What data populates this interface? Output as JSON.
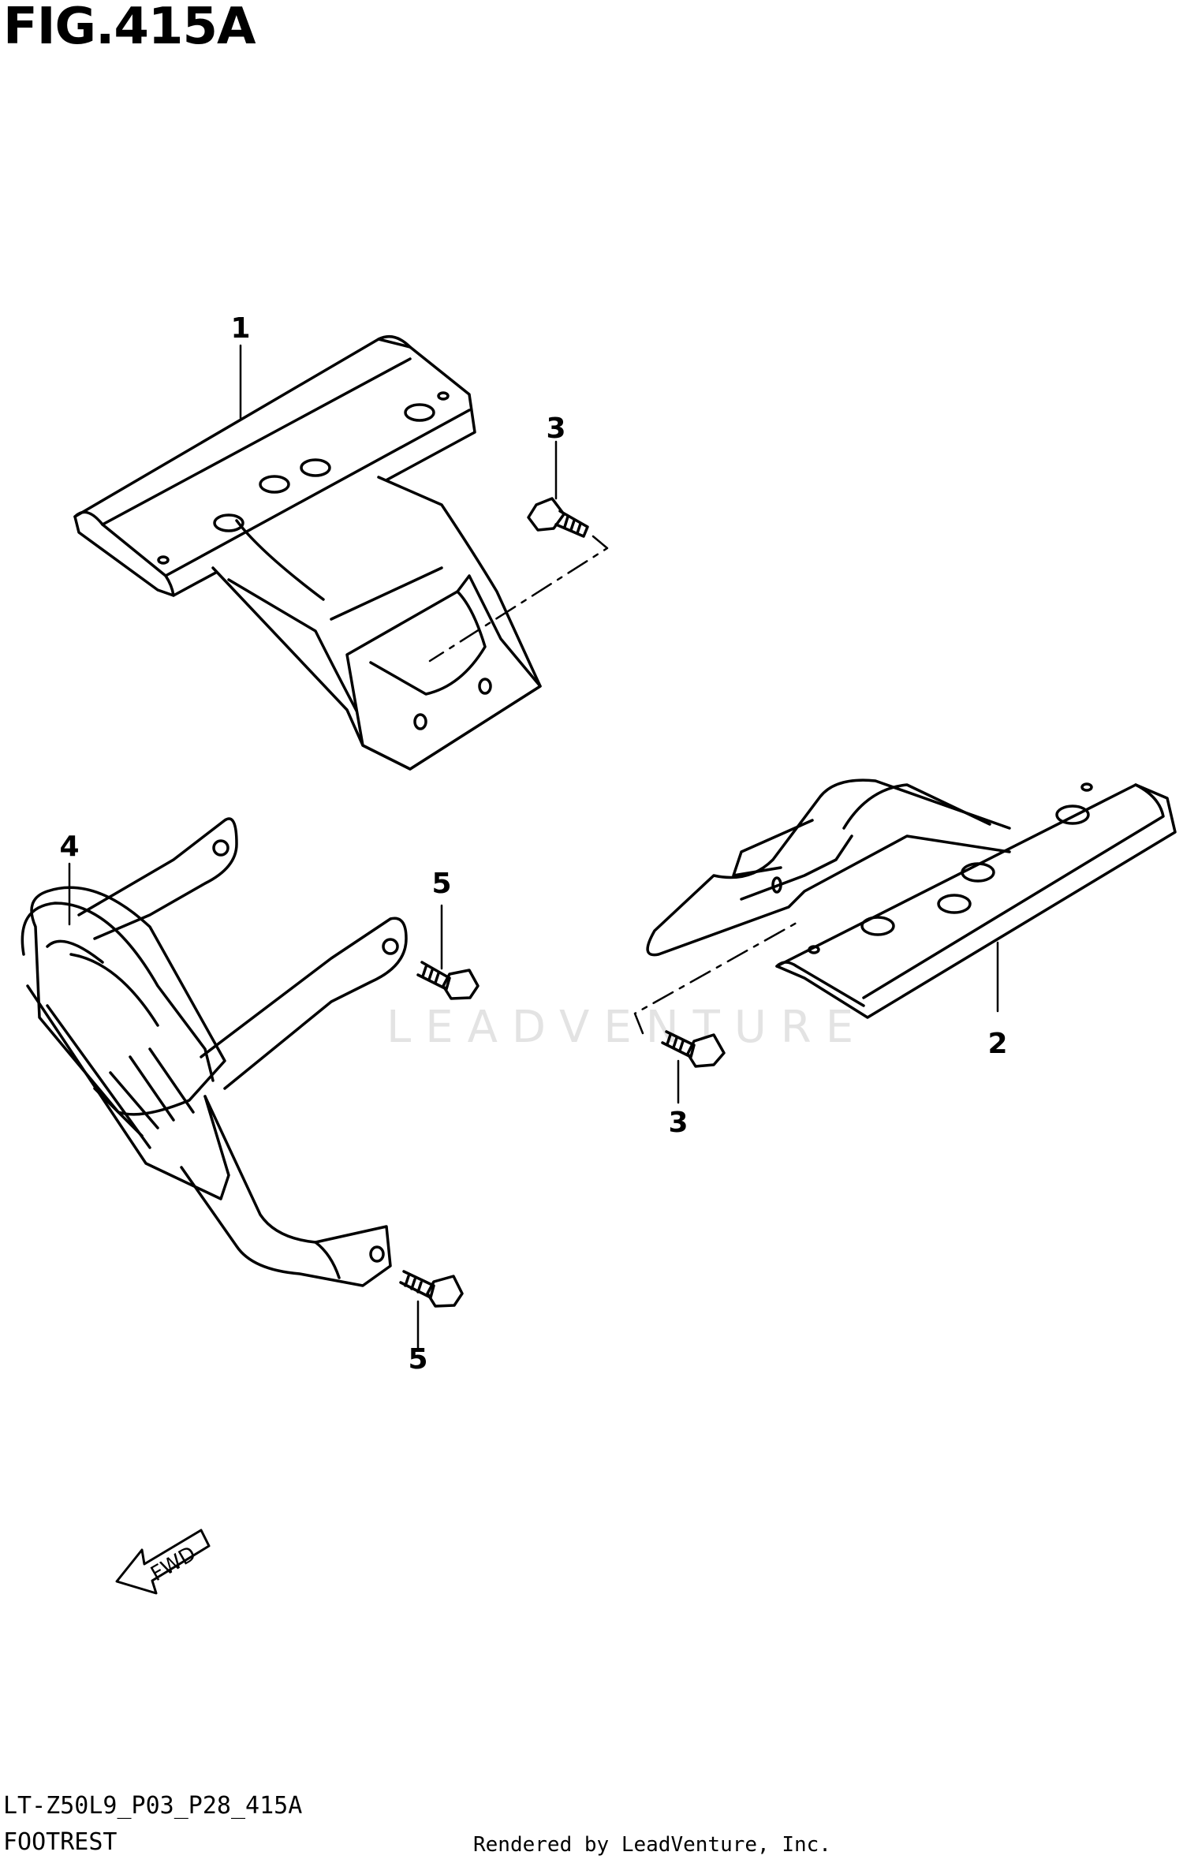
{
  "figure": {
    "title": "FIG.415A",
    "code": "LT-Z50L9_P03_P28_415A",
    "name": "FOOTREST",
    "credit": "Rendered by LeadVenture, Inc.",
    "watermark": "LEADVENTURE"
  },
  "callouts": {
    "c1": "1",
    "c2": "2",
    "c3a": "3",
    "c3b": "3",
    "c4": "4",
    "c5a": "5",
    "c5b": "5"
  },
  "fwd_label": "FWD",
  "colors": {
    "ink": "#000000",
    "paper": "#ffffff",
    "watermark": "#e3e3e3"
  }
}
